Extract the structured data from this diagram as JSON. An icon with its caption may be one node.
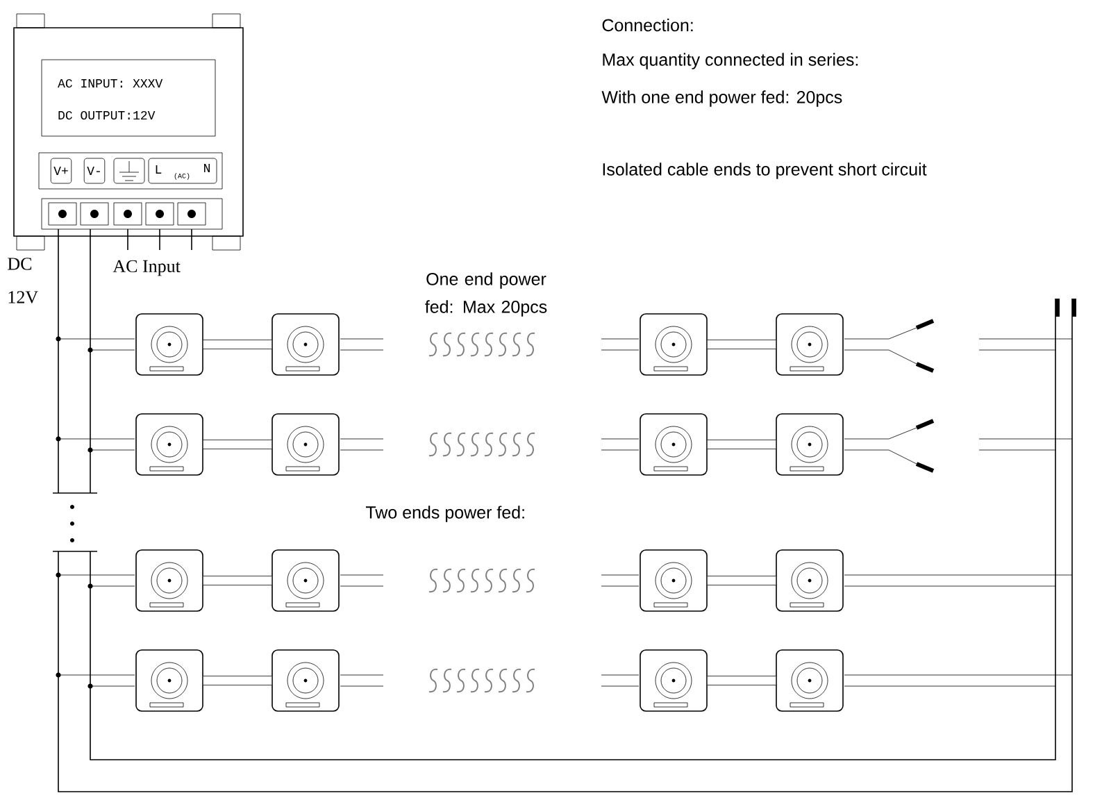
{
  "diagram": {
    "nodes": [
      {
        "text": [
          "AC INPUT: XXXV",
          "DC OUTPUT:12V",
          "V+",
          "V-",
          "L",
          "(AC)",
          "N"
        ]
      },
      {
        "text": [],
        "shape": "box"
      },
      {
        "text": [],
        "shape": "box"
      },
      {
        "text": [],
        "shape": "box"
      },
      {
        "text": [],
        "shape": "box"
      },
      {
        "text": [],
        "shape": "box"
      },
      {
        "text": [],
        "shape": "box"
      },
      {
        "text": [],
        "shape": "box"
      },
      {
        "text": [],
        "shape": "box"
      },
      {
        "text": [],
        "shape": "box"
      },
      {
        "text": [],
        "shape": "box"
      },
      {
        "text": [],
        "shape": "box"
      },
      {
        "text": [],
        "shape": "box"
      },
      {
        "text": [],
        "shape": "box"
      },
      {
        "text": [],
        "shape": "box"
      },
      {
        "text": [],
        "shape": "box"
      },
      {
        "text": [],
        "shape": "box"
      }
    ],
    "edges": [
      {
        "from": 1,
        "to": 2,
        "arrow": "none"
      },
      {
        "from": 3,
        "to": 4,
        "arrow": "none"
      },
      {
        "from": 5,
        "to": 6,
        "arrow": "none"
      },
      {
        "from": 7,
        "to": 8,
        "arrow": "none"
      },
      {
        "from": 9,
        "to": 10,
        "arrow": "none"
      },
      {
        "from": 11,
        "to": 12,
        "arrow": "none"
      },
      {
        "from": 13,
        "to": 14,
        "arrow": "none"
      },
      {
        "from": 15,
        "to": 16,
        "arrow": "none"
      }
    ],
    "labels": [
      "Connection:",
      "Max quantity connected in series:",
      "With one end power fed: 20pcs",
      "Isolated cable ends to prevent short circuit",
      "DC 12V",
      "AC Input",
      "One end power fed: Max 20pcs",
      "Two ends power fed:"
    ]
  }
}
